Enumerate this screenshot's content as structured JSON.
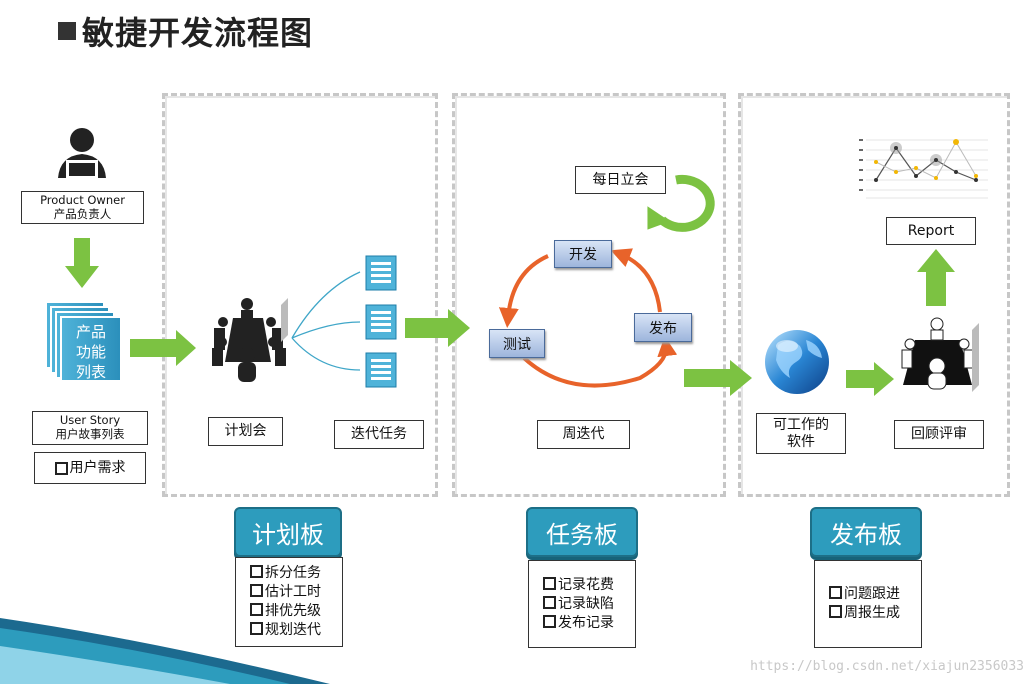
{
  "title": "敏捷开发流程图",
  "product_owner": {
    "line1": "Product Owner",
    "line2": "产品负责人"
  },
  "backlog": {
    "line1": "产品",
    "line2": "功能",
    "line3": "列表"
  },
  "user_story": {
    "line1": "User Story",
    "line2": "用户故事列表"
  },
  "user_need": "用户需求",
  "plan_meeting": "计划会",
  "iteration_tasks": "迭代任务",
  "standup": "每日立会",
  "cycle": {
    "dev": "开发",
    "test": "测试",
    "release": "发布"
  },
  "sprint": "周迭代",
  "working_software": {
    "line1": "可工作的",
    "line2": "软件"
  },
  "review": "回顾评审",
  "report": "Report",
  "boards": [
    {
      "title": "计划板",
      "items": [
        "拆分任务",
        "估计工时",
        "排优先级",
        "规划迭代"
      ]
    },
    {
      "title": "任务板",
      "items": [
        "记录花费",
        "记录缺陷",
        "发布记录"
      ]
    },
    {
      "title": "发布板",
      "items": [
        "问题跟进",
        "周报生成"
      ]
    }
  ],
  "watermark": "https://blog.csdn.net/xiajun2356033",
  "colors": {
    "arrow_green": "#7cc242",
    "board_blue": "#2d9cbd",
    "cycle_orange": "#e8632a",
    "panel_dash": "#c7c7c7"
  }
}
